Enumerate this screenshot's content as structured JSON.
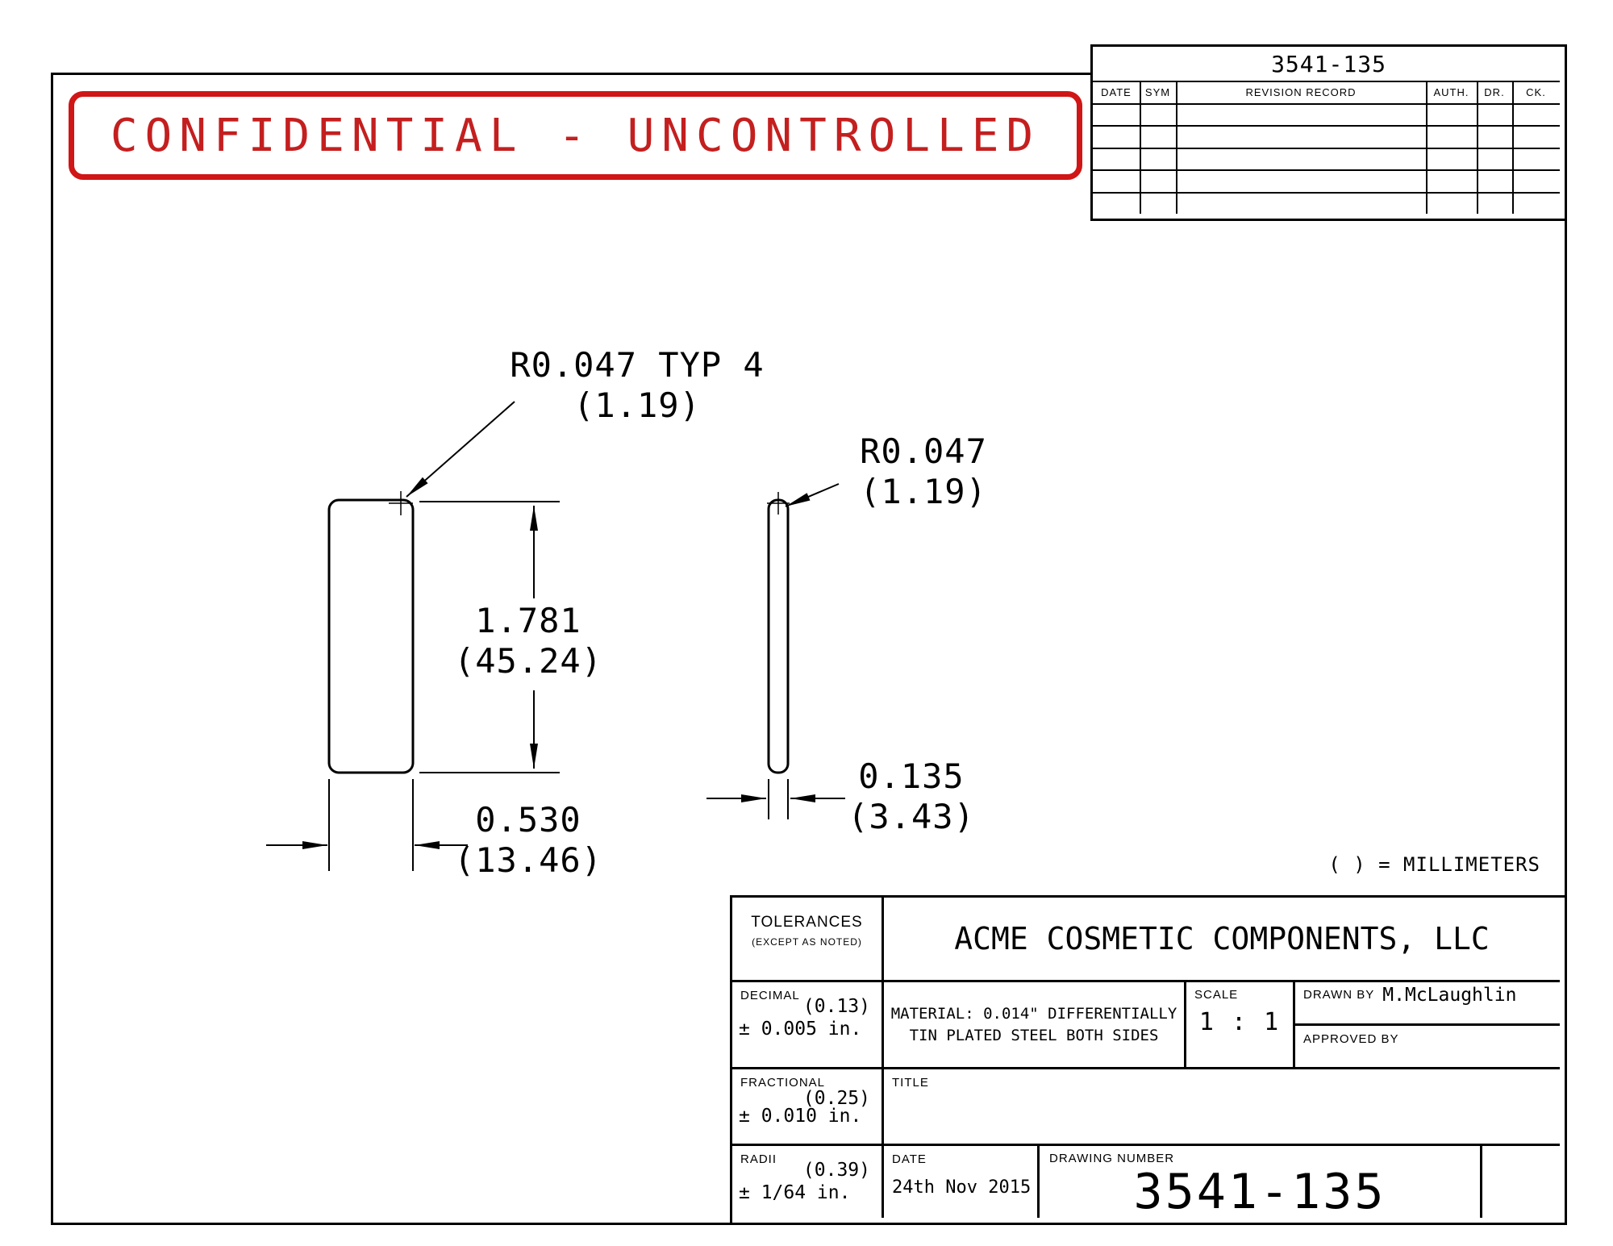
{
  "colors": {
    "stamp_red": "#c41f1f",
    "line_black": "#000000"
  },
  "stamp": {
    "text": "CONFIDENTIAL - UNCONTROLLED"
  },
  "revision_table": {
    "number": "3541-135",
    "headers": [
      "DATE",
      "SYM",
      "REVISION RECORD",
      "AUTH.",
      "DR.",
      "CK."
    ]
  },
  "dimensions": {
    "front_radius": {
      "line1": "R0.047 TYP 4",
      "line2": "(1.19)"
    },
    "front_height": {
      "line1": "1.781",
      "line2": "(45.24)"
    },
    "front_width": {
      "line1": "0.530",
      "line2": "(13.46)"
    },
    "side_radius": {
      "line1": "R0.047",
      "line2": "(1.19)"
    },
    "side_thickness": {
      "line1": "0.135",
      "line2": "(3.43)"
    }
  },
  "notes": {
    "units": "( ) = MILLIMETERS"
  },
  "title_block": {
    "tolerances": {
      "label": "TOLERANCES",
      "sublabel": "(EXCEPT AS NOTED)"
    },
    "company": "ACME COSMETIC COMPONENTS, LLC",
    "decimal": {
      "label": "DECIMAL",
      "mm": "(0.13)",
      "value": "± 0.005 in."
    },
    "fractional": {
      "label": "FRACTIONAL",
      "mm": "(0.25)",
      "value": "± 0.010 in."
    },
    "radii": {
      "label": "RADII",
      "mm": "(0.39)",
      "value": "± 1/64 in."
    },
    "material": {
      "line1": "MATERIAL: 0.014\" DIFFERENTIALLY",
      "line2": "TIN PLATED STEEL BOTH SIDES"
    },
    "scale": {
      "label": "SCALE",
      "value": "1 : 1"
    },
    "drawn_by": {
      "label": "DRAWN BY",
      "value": "M.McLaughlin"
    },
    "approved_by": {
      "label": "APPROVED BY"
    },
    "title": {
      "label": "TITLE"
    },
    "date": {
      "label": "DATE",
      "value": "24th Nov 2015"
    },
    "drawing_number": {
      "label": "DRAWING NUMBER",
      "value": "3541-135"
    }
  }
}
